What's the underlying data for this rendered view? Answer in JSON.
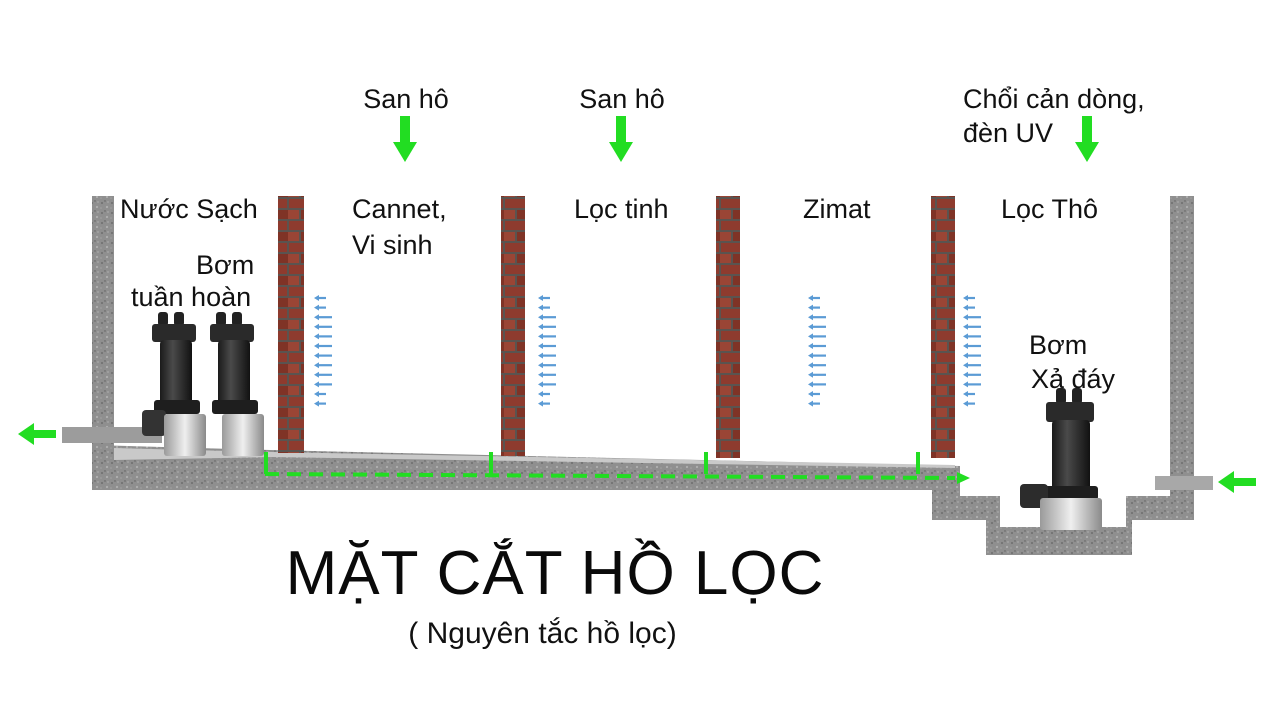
{
  "diagram": {
    "title": "MẶT CẮT HỒ LỌC",
    "subtitle": "( Nguyên tắc hồ lọc)",
    "top_labels": {
      "coral_1": "San hô",
      "coral_2": "San hô",
      "brush_uv_line1": "Chổi cản dòng,",
      "brush_uv_line2": "đèn UV"
    },
    "chambers": {
      "clean_water": "Nước Sạch",
      "cannet_line1": "Cannet,",
      "cannet_line2": "Vi sinh",
      "fine_filter": "Lọc tinh",
      "zimat": "Zimat",
      "coarse_filter": "Lọc Thô"
    },
    "pumps": {
      "circulation_line1": "Bơm",
      "circulation_line2": "tuần hoàn",
      "drain_line1": "Bơm",
      "drain_line2": "Xả đáy"
    },
    "colors": {
      "flow_green": "#22dd22",
      "up_flow_blue": "#5b9bd5",
      "concrete": "#8d8d8d",
      "brick": "#8b3a2c"
    }
  }
}
